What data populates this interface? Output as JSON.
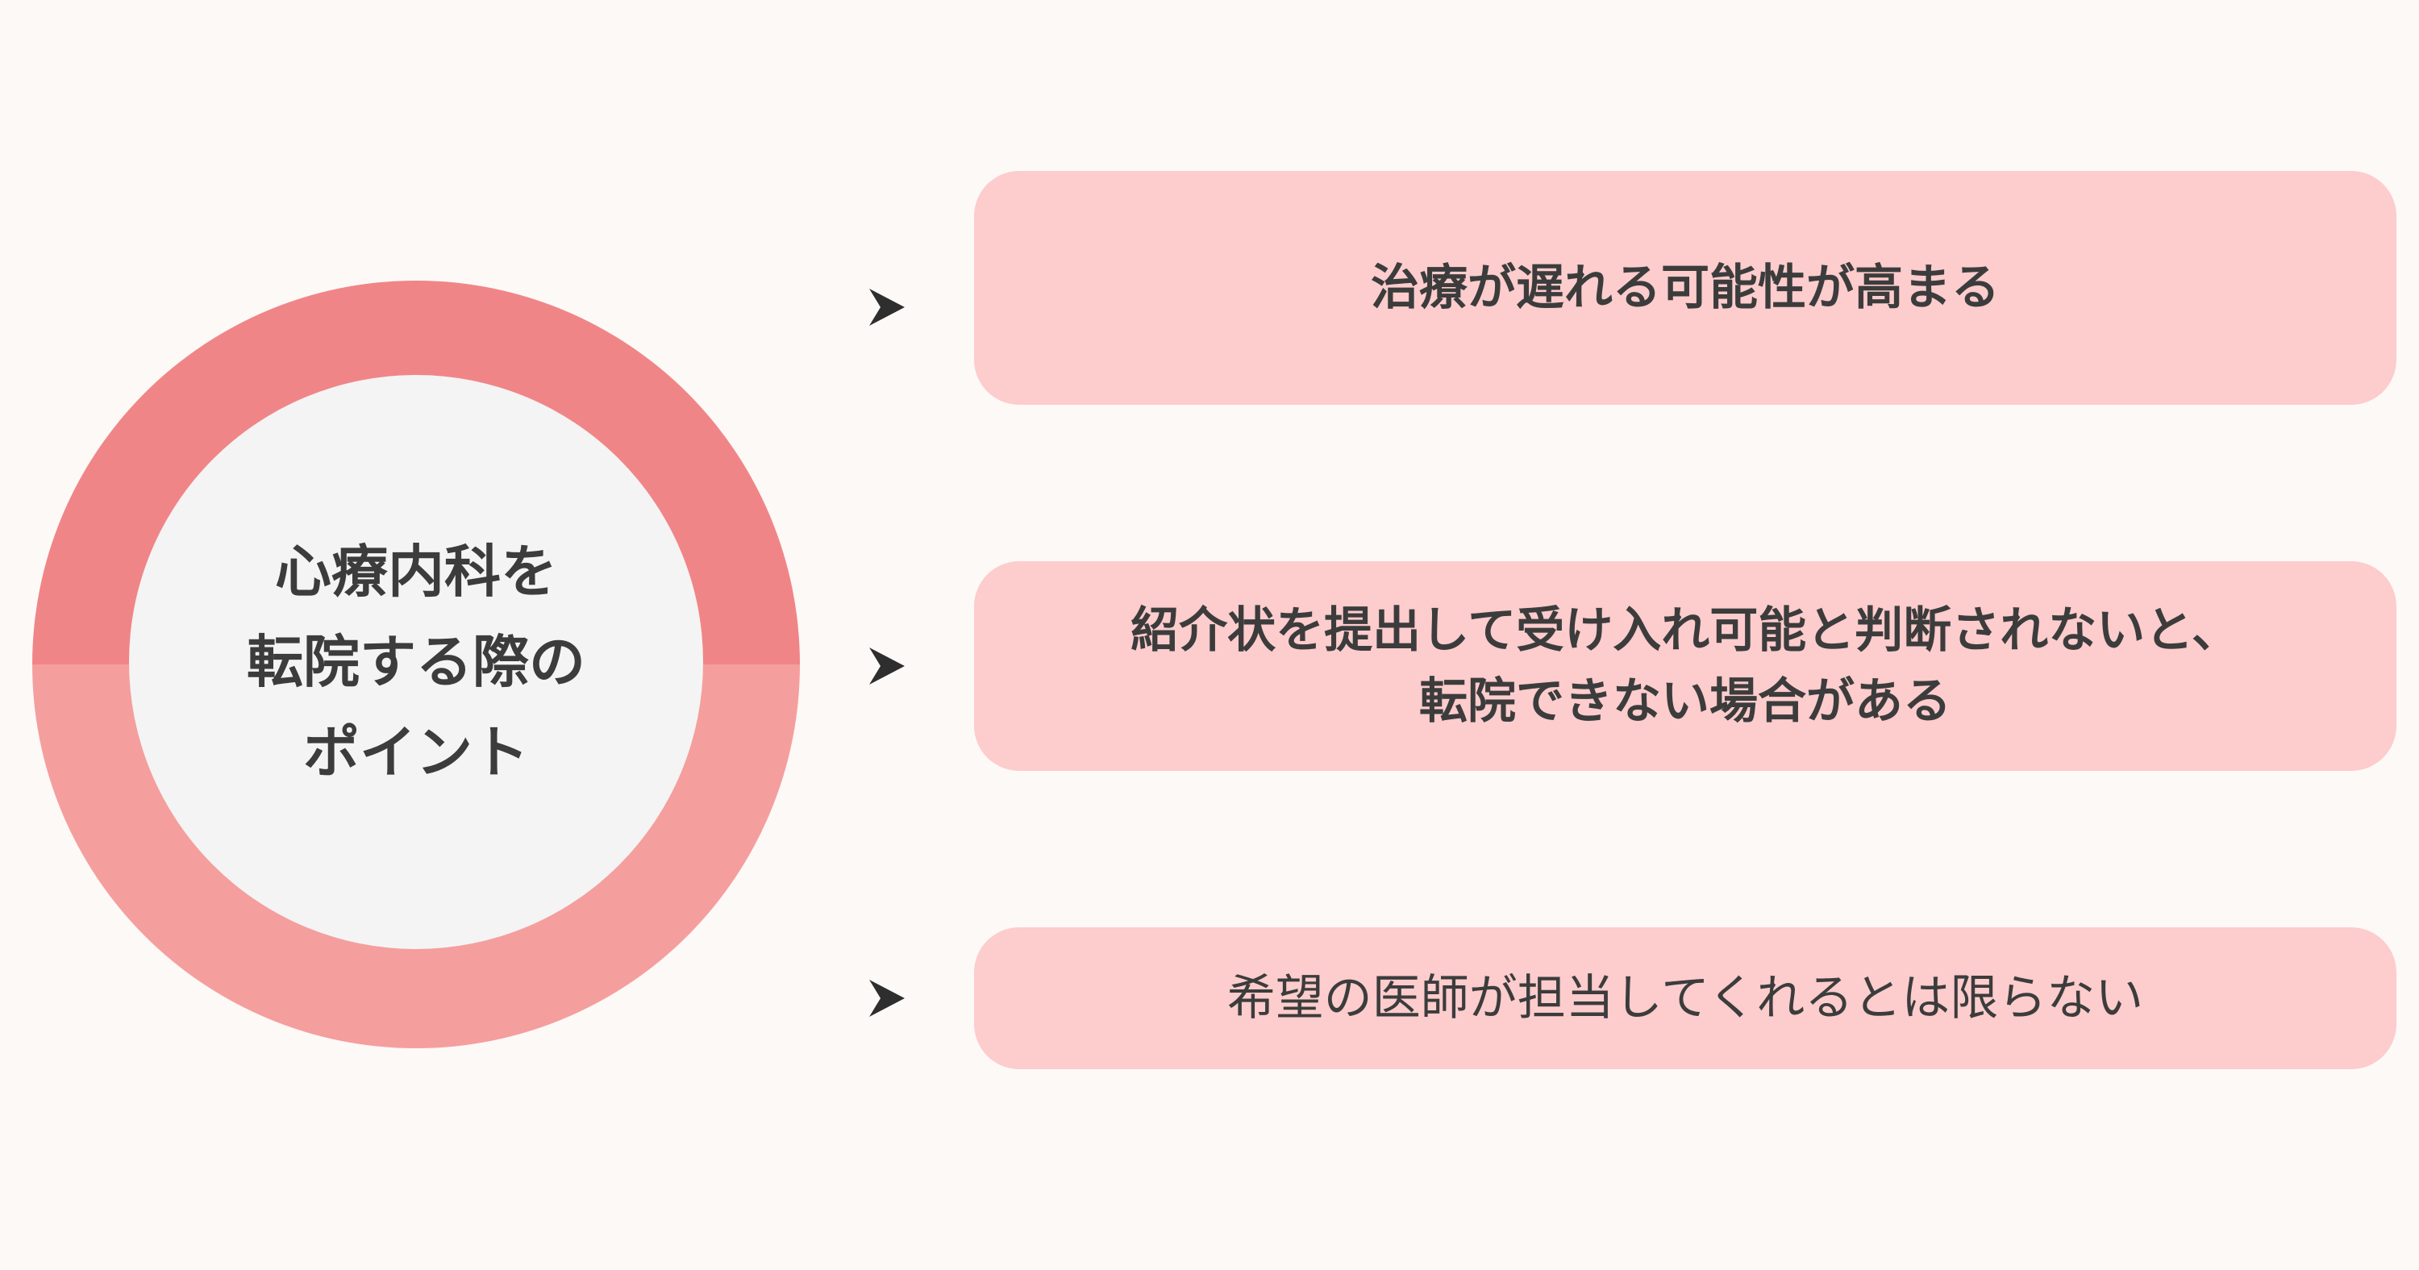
{
  "colors": {
    "background": "#fdf9f6",
    "ring_top": "#f08588",
    "ring_bottom": "#f59e9e",
    "inner_circle": "#f4f4f4",
    "box": "#fdcccd",
    "text": "#3c3c3c",
    "arrow": "#2e2e2e"
  },
  "center": {
    "lines": [
      "心療内科を",
      "転院する際の",
      "ポイント"
    ]
  },
  "points": [
    {
      "lines": [
        "治療が遅れる可能性が高まる"
      ],
      "bold": true,
      "arrow_icon": "arrow-head-icon"
    },
    {
      "lines": [
        "紹介状を提出して受け入れ可能と判断されないと、",
        "転院できない場合がある"
      ],
      "bold": true,
      "arrow_icon": "arrow-head-icon"
    },
    {
      "lines": [
        "希望の医師が担当してくれるとは限らない"
      ],
      "bold": false,
      "arrow_icon": "arrow-head-icon"
    }
  ]
}
